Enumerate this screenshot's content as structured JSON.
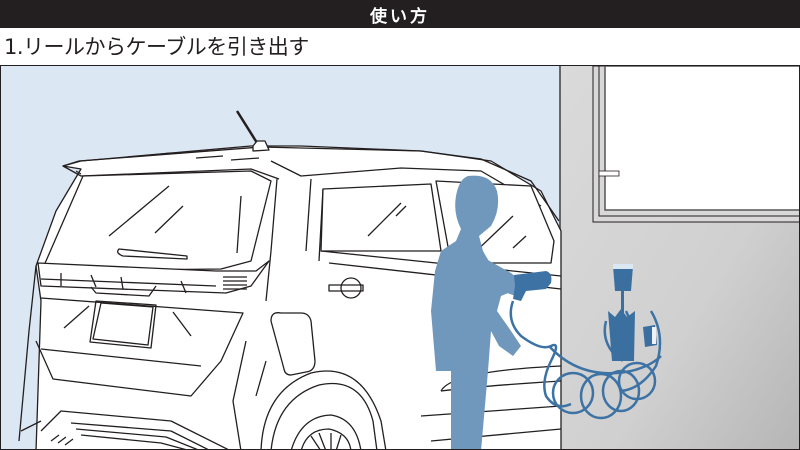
{
  "header": {
    "title": "使い方"
  },
  "step": {
    "number": "1.",
    "title": "1.リールからケーブルを引き出す"
  },
  "illustration": {
    "description": "Person pulling charging cable from wall-mounted reel to the rear side charging port of a white kei car",
    "colors": {
      "sky": "#dce7f4",
      "wall": "#d4d4d4",
      "wall_gradient_end": "#b8b8b8",
      "window": "#ffffff",
      "person": "#7098bd",
      "cable": "#3d72a4",
      "reel": "#3b6fa0",
      "car_fill": "#ffffff",
      "line": "#231f20",
      "header_bg": "#231f20"
    }
  }
}
